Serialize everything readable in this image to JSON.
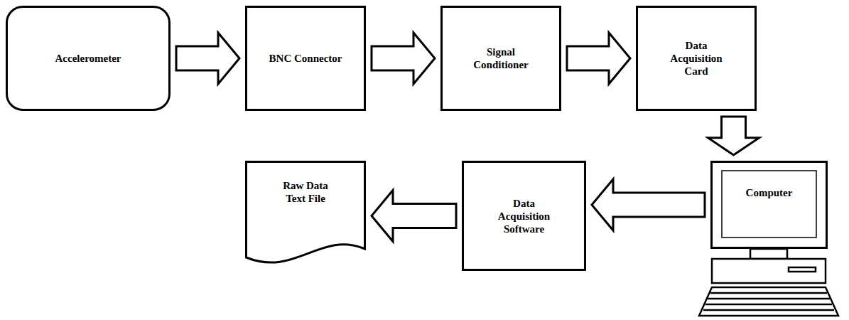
{
  "diagram": {
    "nodes": [
      {
        "text": [
          "Accelerometer"
        ]
      },
      {
        "text": [
          "BNC Connector"
        ]
      },
      {
        "text": [
          "Signal Conditioner"
        ]
      },
      {
        "text": [
          "Data Acquisition Card"
        ]
      },
      {
        "text": [
          "Computer"
        ]
      },
      {
        "text": [
          "Data Acquisition Software"
        ]
      },
      {
        "text": [
          "Raw Data Text File"
        ]
      }
    ],
    "edges": [
      {
        "from": 0,
        "to": 1,
        "arrow": "to"
      },
      {
        "from": 1,
        "to": 2,
        "arrow": "to"
      },
      {
        "from": 2,
        "to": 3,
        "arrow": "to"
      },
      {
        "from": 3,
        "to": 4,
        "arrow": "to"
      },
      {
        "from": 4,
        "to": 5,
        "arrow": "to"
      },
      {
        "from": 5,
        "to": 6,
        "arrow": "to"
      }
    ]
  }
}
